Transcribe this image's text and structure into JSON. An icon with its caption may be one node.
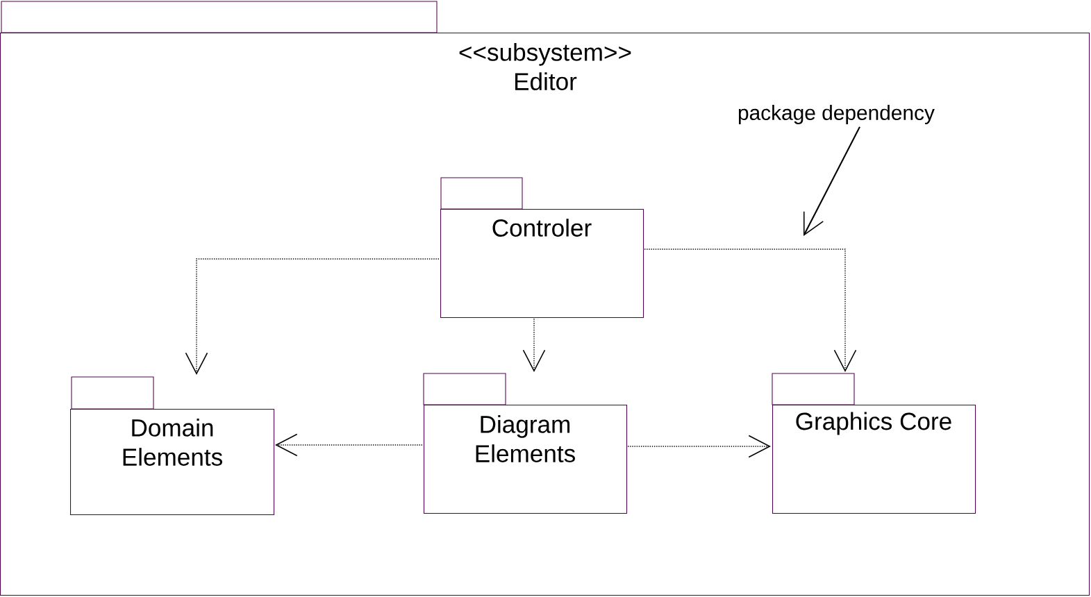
{
  "diagram": {
    "nodes": [
      {
        "text": [
          "<<subsystem>> Editor"
        ]
      },
      {
        "text": [
          "Controler"
        ],
        "in": 0
      },
      {
        "text": [
          "Domain Elements"
        ],
        "in": 0
      },
      {
        "text": [
          "Diagram Elements"
        ],
        "in": 0
      },
      {
        "text": [
          "Graphics Core"
        ],
        "in": 0
      },
      {
        "text": [
          "package dependency"
        ],
        "in": 0
      }
    ],
    "edges": [
      {
        "from": 1,
        "to": 2,
        "arrow": "to",
        "style": "dashed"
      },
      {
        "from": 1,
        "to": 3,
        "arrow": "to",
        "style": "dashed"
      },
      {
        "from": 1,
        "to": 4,
        "arrow": "to",
        "style": "dashed"
      },
      {
        "from": 3,
        "to": 2,
        "arrow": "to",
        "style": "dashed"
      },
      {
        "from": 3,
        "to": 4,
        "arrow": "to",
        "style": "dashed"
      },
      {
        "from": 5,
        "to": null,
        "arrow": "to"
      }
    ]
  }
}
